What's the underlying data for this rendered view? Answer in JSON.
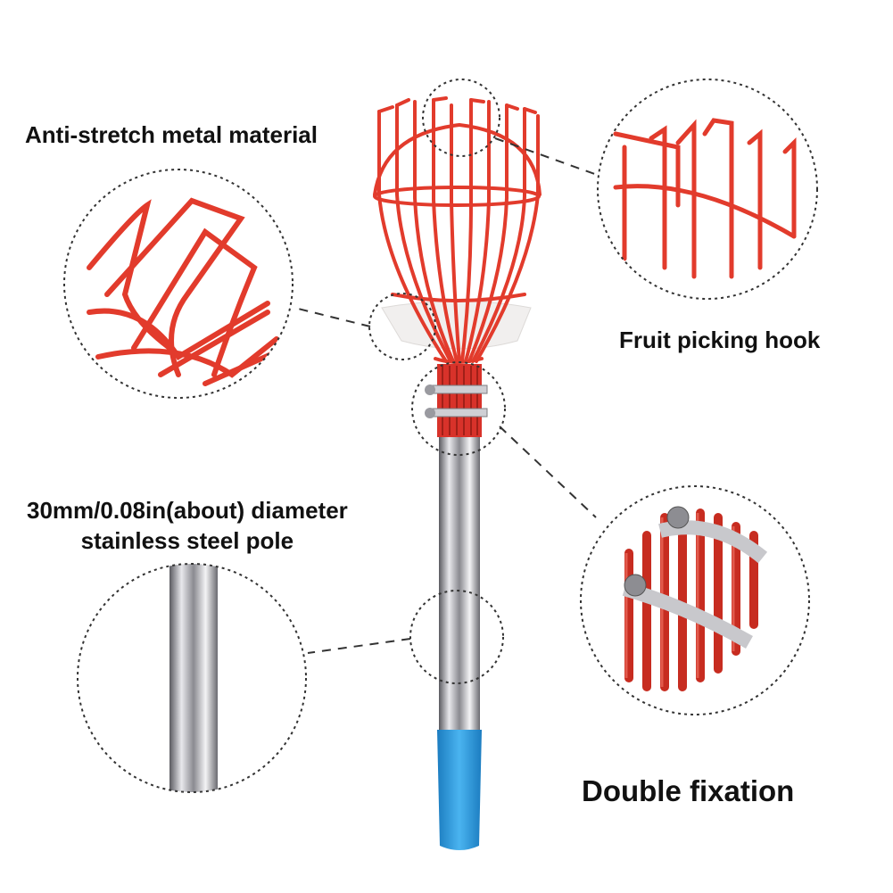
{
  "labels": {
    "anti_stretch": "Anti-stretch metal material",
    "fruit_hook": "Fruit picking hook",
    "pole_line1": "30mm/0.08in(about) diameter",
    "pole_line2": "stainless steel pole",
    "double_fixation": "Double fixation"
  },
  "colors": {
    "basket_red": "#e23b2c",
    "pole_steel": "#b8b8bc",
    "grip_blue": "#2f9ee0",
    "callout_dash": "#333333"
  }
}
